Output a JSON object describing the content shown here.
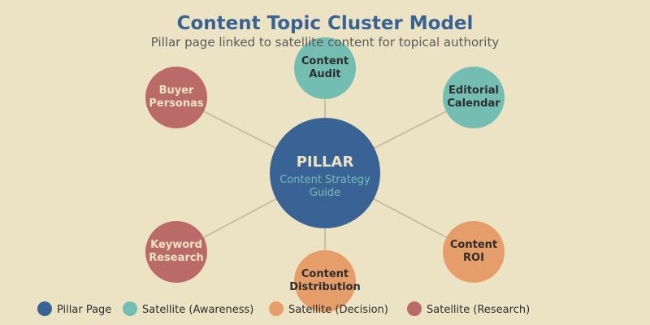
{
  "header": {
    "title": "Content Topic Cluster Model",
    "subtitle": "Pillar page linked to satellite content for topical authority"
  },
  "colors": {
    "background": "#ebe3c3",
    "title": "#3a6395",
    "subtitle": "#5a5a5a",
    "pillar": "#3a6395",
    "pillar_text": "#ebe3c3",
    "pillar_sub_text": "#73bdb2",
    "awareness": "#73bdb2",
    "decision": "#e59e69",
    "research": "#bb6a6a",
    "connector": "#c8c0a0",
    "dark_text": "#2e2e2e",
    "light_text": "#ebe3c3"
  },
  "pillar": {
    "title": "PILLAR",
    "subtitle_lines": [
      "Content Strategy",
      "Guide"
    ]
  },
  "satellites": [
    {
      "id": "content-audit",
      "lines": [
        "Content",
        "Audit"
      ],
      "category": "awareness"
    },
    {
      "id": "editorial-calendar",
      "lines": [
        "Editorial",
        "Calendar"
      ],
      "category": "awareness"
    },
    {
      "id": "content-roi",
      "lines": [
        "Content",
        "ROI"
      ],
      "category": "decision"
    },
    {
      "id": "content-distribution",
      "lines": [
        "Content",
        "Distribution"
      ],
      "category": "decision"
    },
    {
      "id": "keyword-research",
      "lines": [
        "Keyword",
        "Research"
      ],
      "category": "research"
    },
    {
      "id": "buyer-personas",
      "lines": [
        "Buyer",
        "Personas"
      ],
      "category": "research"
    }
  ],
  "legend": [
    {
      "id": "pillar",
      "label": "Pillar Page",
      "category": "pillar"
    },
    {
      "id": "awareness",
      "label": "Satellite (Awareness)",
      "category": "awareness"
    },
    {
      "id": "decision",
      "label": "Satellite (Decision)",
      "category": "decision"
    },
    {
      "id": "research",
      "label": "Satellite (Research)",
      "category": "research"
    }
  ]
}
